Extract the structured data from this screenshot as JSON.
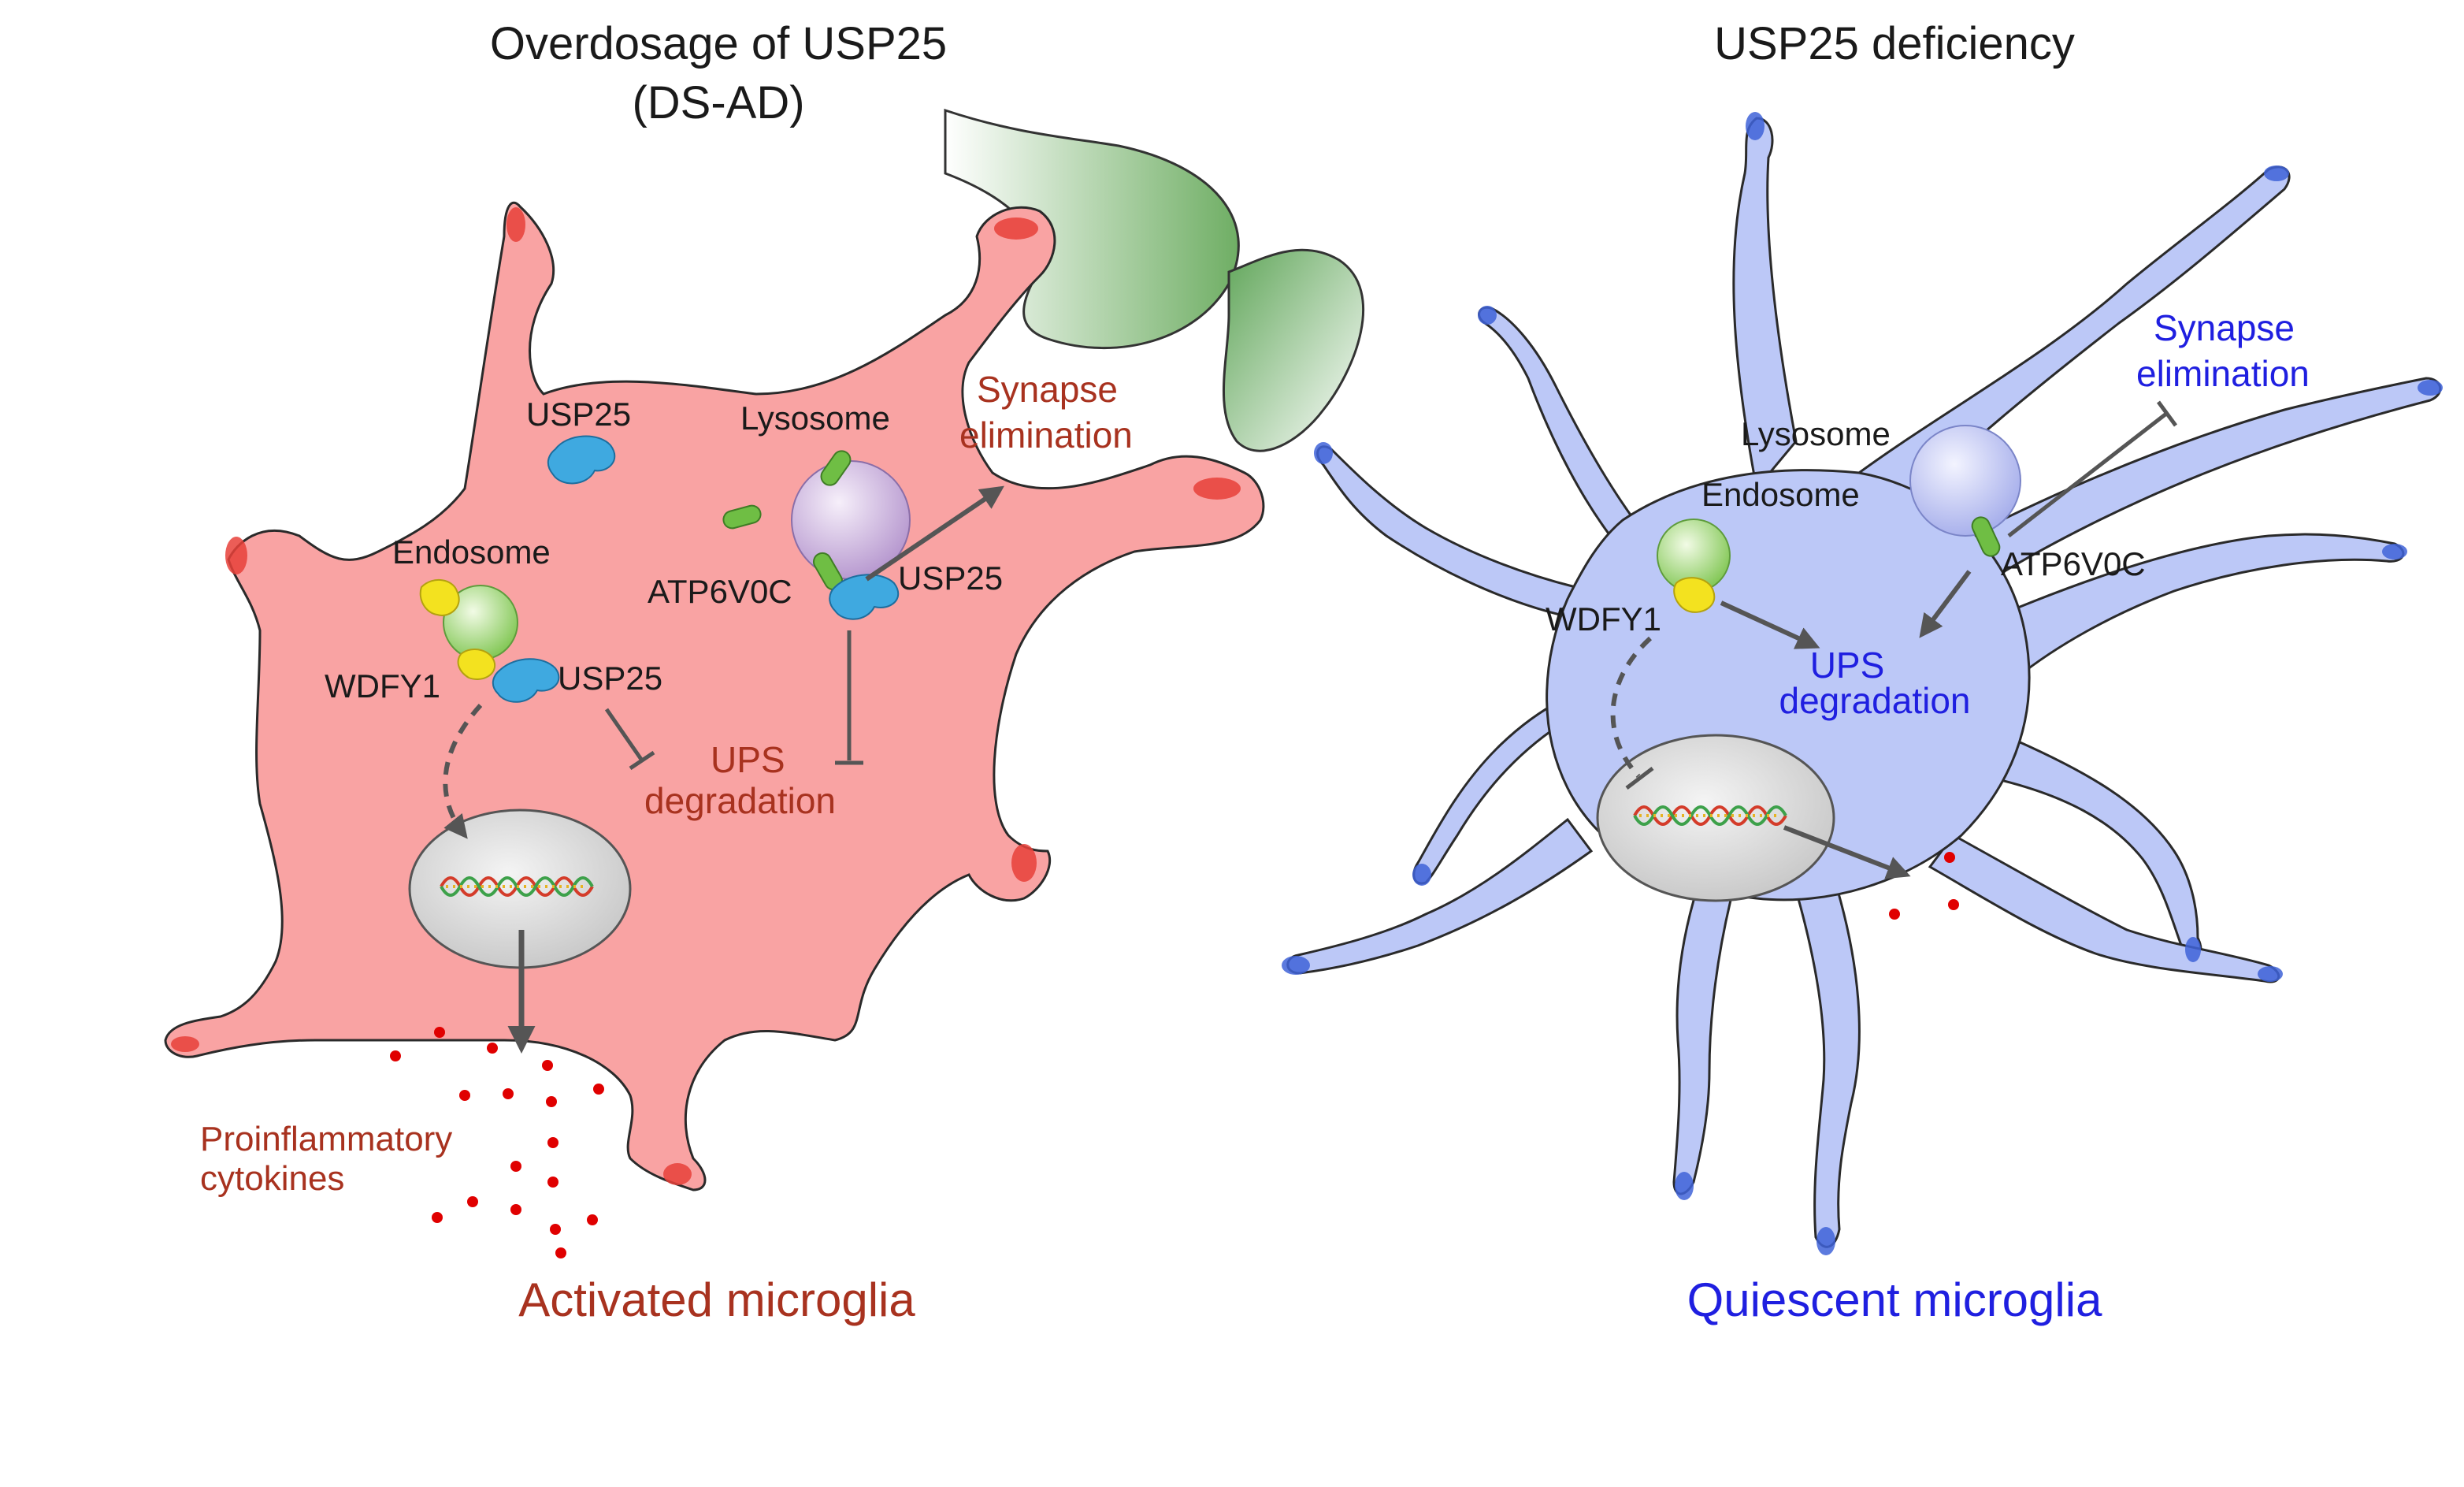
{
  "left_panel": {
    "title_line1": "Overdosage of USP25",
    "title_line2": "(DS-AD)",
    "caption": "Activated microglia",
    "labels": {
      "usp25_free": "USP25",
      "lysosome": "Lysosome",
      "endosome": "Endosome",
      "atp6v0c": "ATP6V0C",
      "usp25_lyso": "USP25",
      "wdfy1": "WDFY1",
      "usp25_endo": "USP25",
      "synapse_line1": "Synapse",
      "synapse_line2": "elimination",
      "ups_line1": "UPS",
      "ups_line2": "degradation",
      "cyto_line1": "Proinflammatory",
      "cyto_line2": "cytokines"
    }
  },
  "right_panel": {
    "title": "USP25 deficiency",
    "caption": "Quiescent microglia",
    "labels": {
      "lysosome": "Lysosome",
      "endosome": "Endosome",
      "wdfy1": "WDFY1",
      "atp6v0c": "ATP6V0C",
      "synapse_line1": "Synapse",
      "synapse_line2": "elimination",
      "ups_line1": "UPS",
      "ups_line2": "degradation"
    }
  },
  "colors": {
    "activated_cell": "#f9a3a3",
    "activated_edge": "#e8413a",
    "activated_text": "#a8321f",
    "quiescent_cell": "#bcc8f7",
    "quiescent_edge": "#3f63d8",
    "quiescent_text": "#1f1fe0",
    "usp25": "#3fa9e0",
    "wdfy1": "#f3e21f",
    "atp6v0c": "#6fbe44",
    "cytokine": "#e00000",
    "arrow": "#555555",
    "synapse": "#6fae64"
  }
}
